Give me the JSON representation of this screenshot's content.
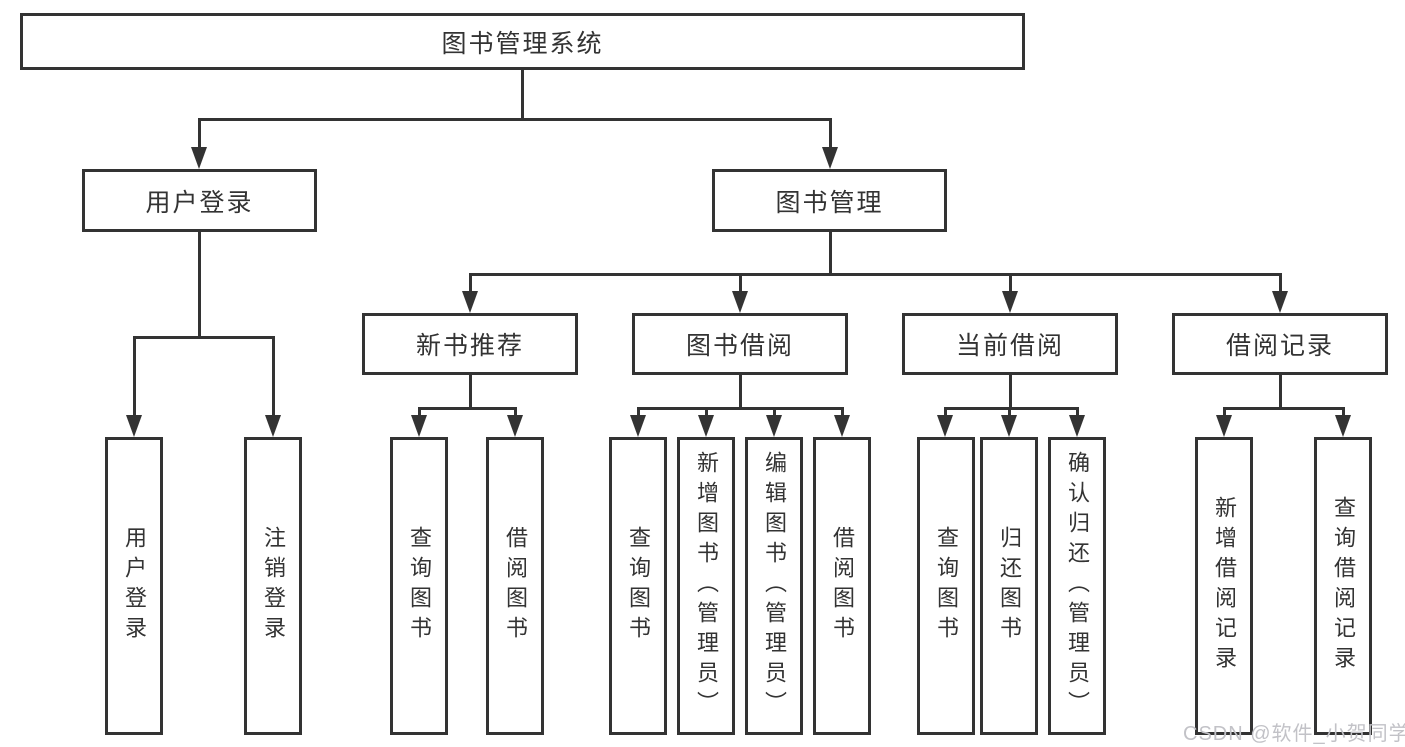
{
  "tree": {
    "root": {
      "label": "图书管理系统"
    },
    "children": [
      {
        "label": "用户登录",
        "children": [
          {
            "label": "用户登录"
          },
          {
            "label": "注销登录"
          }
        ]
      },
      {
        "label": "图书管理",
        "children": [
          {
            "label": "新书推荐",
            "children": [
              {
                "label": "查询图书"
              },
              {
                "label": "借阅图书"
              }
            ]
          },
          {
            "label": "图书借阅",
            "children": [
              {
                "label": "查询图书"
              },
              {
                "label": "新增图书（管理员）"
              },
              {
                "label": "编辑图书（管理员）"
              },
              {
                "label": "借阅图书"
              }
            ]
          },
          {
            "label": "当前借阅",
            "children": [
              {
                "label": "查询图书"
              },
              {
                "label": "归还图书"
              },
              {
                "label": "确认归还（管理员）"
              }
            ]
          },
          {
            "label": "借阅记录",
            "children": [
              {
                "label": "新增借阅记录"
              },
              {
                "label": "查询借阅记录"
              }
            ]
          }
        ]
      }
    ]
  },
  "watermark": {
    "text": "CSDN @软件_小贺同学"
  },
  "colors": {
    "line": "#333333",
    "text": "#333333",
    "watermark": "#c2c2c7",
    "background": "#ffffff"
  }
}
